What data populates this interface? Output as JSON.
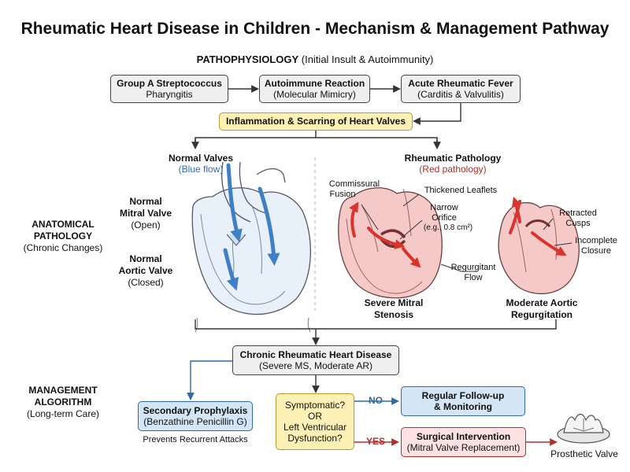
{
  "title": "Rheumatic Heart Disease in Children - Mechanism & Management Pathway",
  "pathophysiology": {
    "heading": "PATHOPHYSIOLOGY",
    "heading_note": "(Initial Insult & Autoimmunity)",
    "steps": [
      {
        "title": "Group A Streptococcus",
        "subtitle": "Pharyngitis"
      },
      {
        "title": "Autoimmune Reaction",
        "subtitle": "(Molecular Mimicry)"
      },
      {
        "title": "Acute Rheumatic Fever",
        "subtitle": "(Carditis & Valvulitis)"
      }
    ],
    "outcome": "Inflammation & Scarring of Heart Valves"
  },
  "anatomy": {
    "section_label": [
      "ANATOMICAL",
      "PATHOLOGY"
    ],
    "section_note": "(Chronic Changes)",
    "normal": {
      "heading": "Normal Valves",
      "note": "(Blue flow)",
      "mitral_label": [
        "Normal",
        "Mitral Valve"
      ],
      "mitral_state": "(Open)",
      "aortic_label": [
        "Normal",
        "Aortic Valve"
      ],
      "aortic_state": "(Closed)"
    },
    "rheumatic": {
      "heading": "Rheumatic Pathology",
      "note": "(Red pathology)",
      "commissural": [
        "Commissural",
        "Fusion"
      ],
      "thickened": "Thickened Leaflets",
      "narrow": [
        "Narrow",
        "Orifice"
      ],
      "orifice_size": "(e.g., 0.8 cm²)",
      "regurgitant": [
        "Regurgitant",
        "Flow"
      ],
      "retracted": [
        "Retracted",
        "Cusps"
      ],
      "incomplete": [
        "Incomplete",
        "Closure"
      ],
      "ms_caption": [
        "Severe Mitral",
        "Stenosis"
      ],
      "ar_caption": [
        "Moderate Aortic",
        "Regurgitation"
      ]
    }
  },
  "management": {
    "section_label": [
      "MANAGEMENT",
      "ALGORITHM"
    ],
    "section_note": "(Long-term Care)",
    "chronic": {
      "title": "Chronic Rheumatic Heart Disease",
      "subtitle": "(Severe MS, Moderate AR)"
    },
    "prophylaxis": {
      "title": "Secondary Prophylaxis",
      "subtitle": "(Benzathine Penicillin G)",
      "note": "Prevents Recurrent Attacks"
    },
    "decision": [
      "Symptomatic?",
      "OR",
      "Left Ventricular",
      "Dysfunction?"
    ],
    "no_label": "NO",
    "yes_label": "YES",
    "followup": [
      "Regular Follow-up",
      "& Monitoring"
    ],
    "surgery": {
      "title": "Surgical Intervention",
      "subtitle": "(Mitral Valve Replacement)"
    },
    "prosthetic_caption": "Prosthetic Valve"
  },
  "colors": {
    "blue_flow": "#3f7fc4",
    "red_pathology": "#c0392b",
    "normal_tissue": "#e8f0fa",
    "pathology_tissue": "#f6c9c9",
    "highlight_yellow": "#fdf0b5",
    "prophylaxis_blue": "#d4e6f5",
    "surgery_red": "#fbe1e1",
    "neutral_box": "#efefef"
  }
}
